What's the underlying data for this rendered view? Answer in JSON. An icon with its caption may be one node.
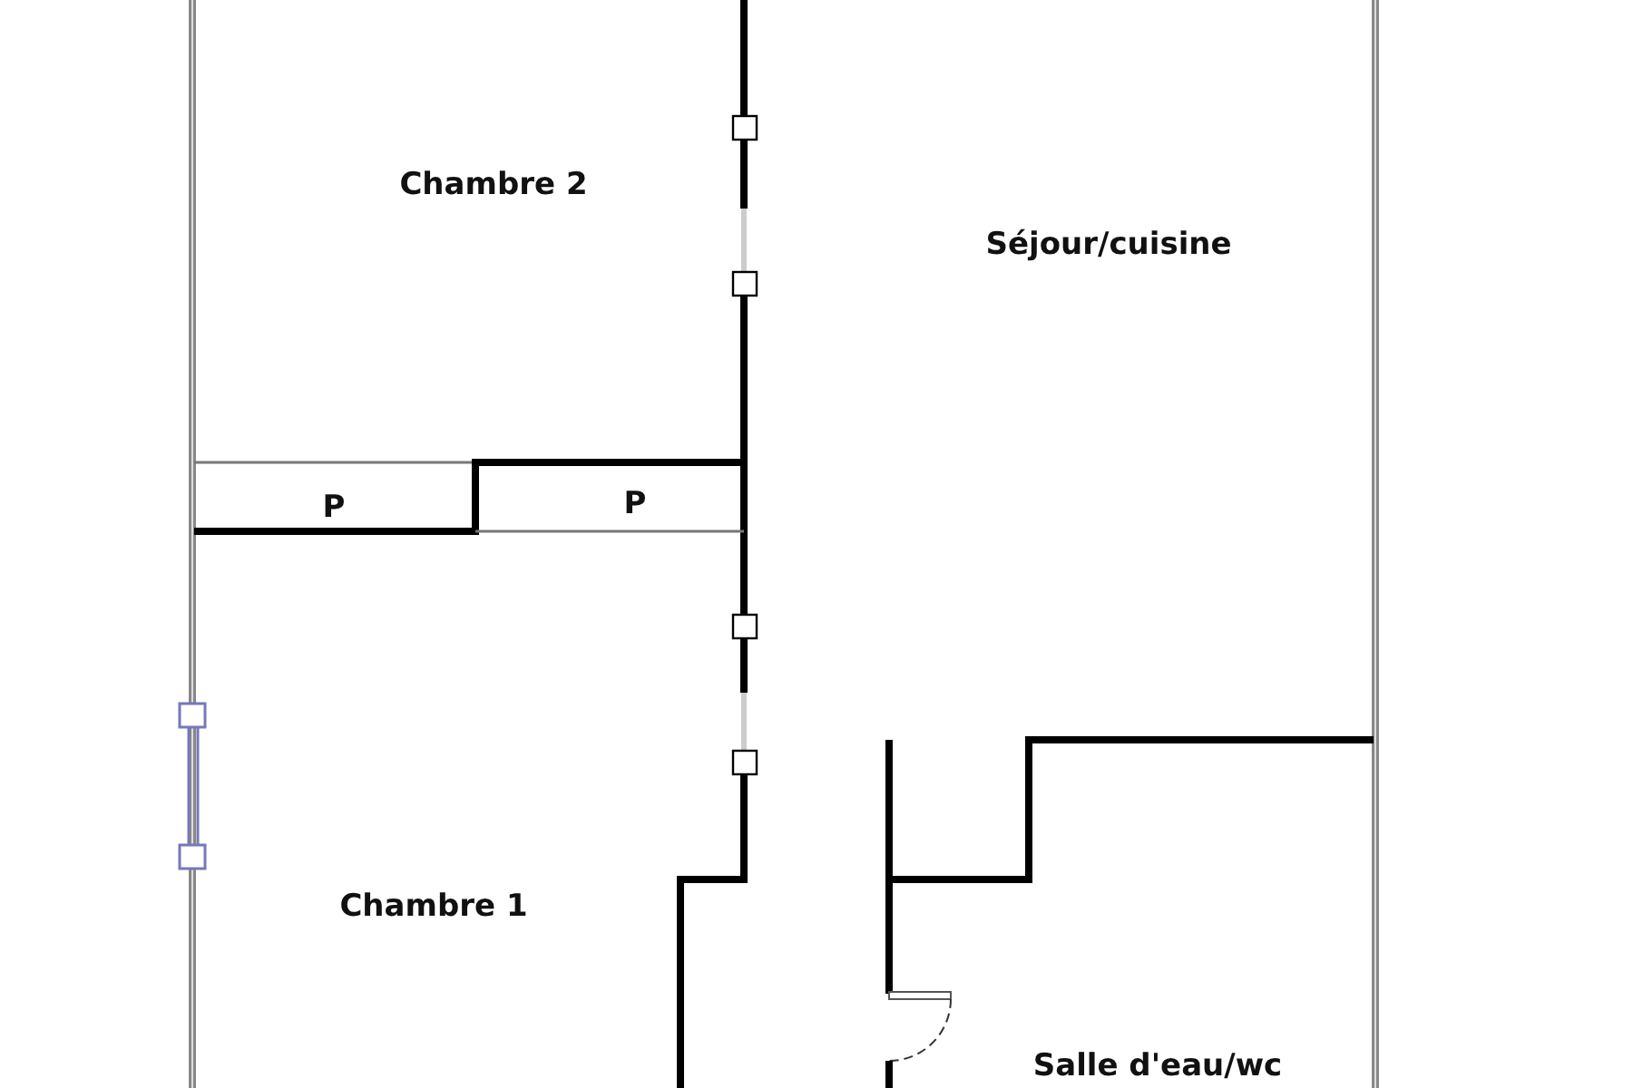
{
  "diagram": {
    "labels": [
      "Chambre 2",
      "Séjour/cuisine",
      "P",
      "P",
      "Chambre 1",
      "Salle d'eau/wc"
    ]
  }
}
